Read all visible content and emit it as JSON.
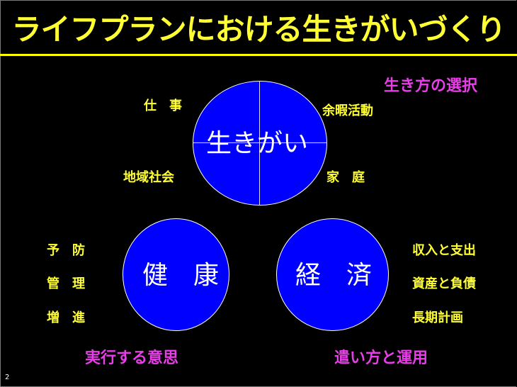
{
  "slide": {
    "title": "ライフプランにおける生きがいづくり",
    "page_number": "2",
    "colors": {
      "background": "#000000",
      "title": "#ffff33",
      "rule": "#ffff00",
      "circle": "#0000ff",
      "label": "#ffff33",
      "accent": "#e83ee8",
      "circle_text": "#ffffff"
    }
  },
  "top_circle": {
    "label": "生きがい",
    "quadrants": {
      "top_left": "仕　事",
      "top_right": "余暇活動",
      "bottom_left": "地域社会",
      "bottom_right": "家　庭"
    },
    "caption": "生き方の選択"
  },
  "left_circle": {
    "label": "健　康",
    "items": [
      "予　防",
      "管　理",
      "増　進"
    ],
    "caption": "実行する意思"
  },
  "right_circle": {
    "label": "経　済",
    "items": [
      "収入と支出",
      "資産と負債",
      "長期計画"
    ],
    "caption": "遣い方と運用"
  }
}
